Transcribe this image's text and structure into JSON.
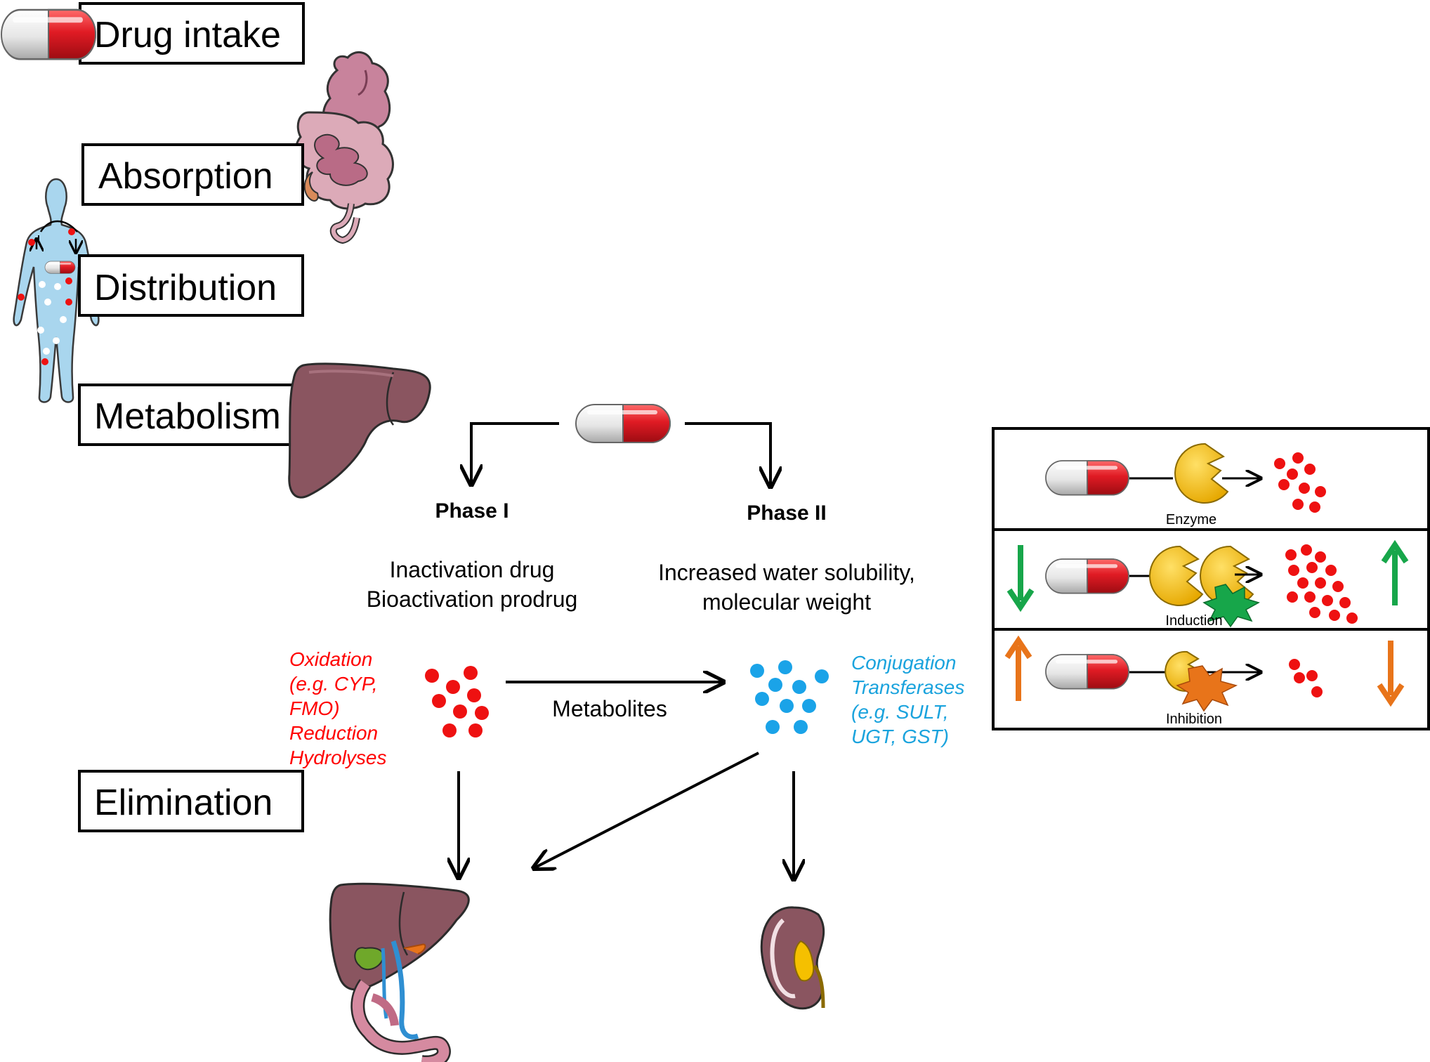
{
  "stages": {
    "drug_intake": "Drug intake",
    "absorption": "Absorption",
    "distribution": "Distribution",
    "metabolism": "Metabolism",
    "elimination": "Elimination"
  },
  "phase1": {
    "title": "Phase I",
    "line1": "Inactivation drug",
    "line2": "Bioactivation prodrug",
    "reactions": [
      "Oxidation",
      "(e.g. CYP,",
      "FMO)",
      "Reduction",
      "Hydrolyses"
    ]
  },
  "phase2": {
    "title": "Phase II",
    "line1": "Increased water solubility,",
    "line2": "molecular weight",
    "reactions": [
      "Conjugation",
      "Transferases",
      "(e.g. SULT,",
      "UGT, GST)"
    ]
  },
  "metabolites_label": "Metabolites",
  "panels": {
    "enzyme": "Enzyme",
    "induction": "Induction",
    "inhibition": "Inhibition"
  },
  "colors": {
    "pill_red": "#e01b24",
    "metabolite_red": "#ee1111",
    "metabolite_blue": "#1aa3e8",
    "enzyme_yellow": "#f5c000",
    "induction_green": "#17a64a",
    "inhibition_orange": "#e8741a",
    "skin_blue": "#a9d6ee",
    "liver_brown": "#8a5560"
  }
}
